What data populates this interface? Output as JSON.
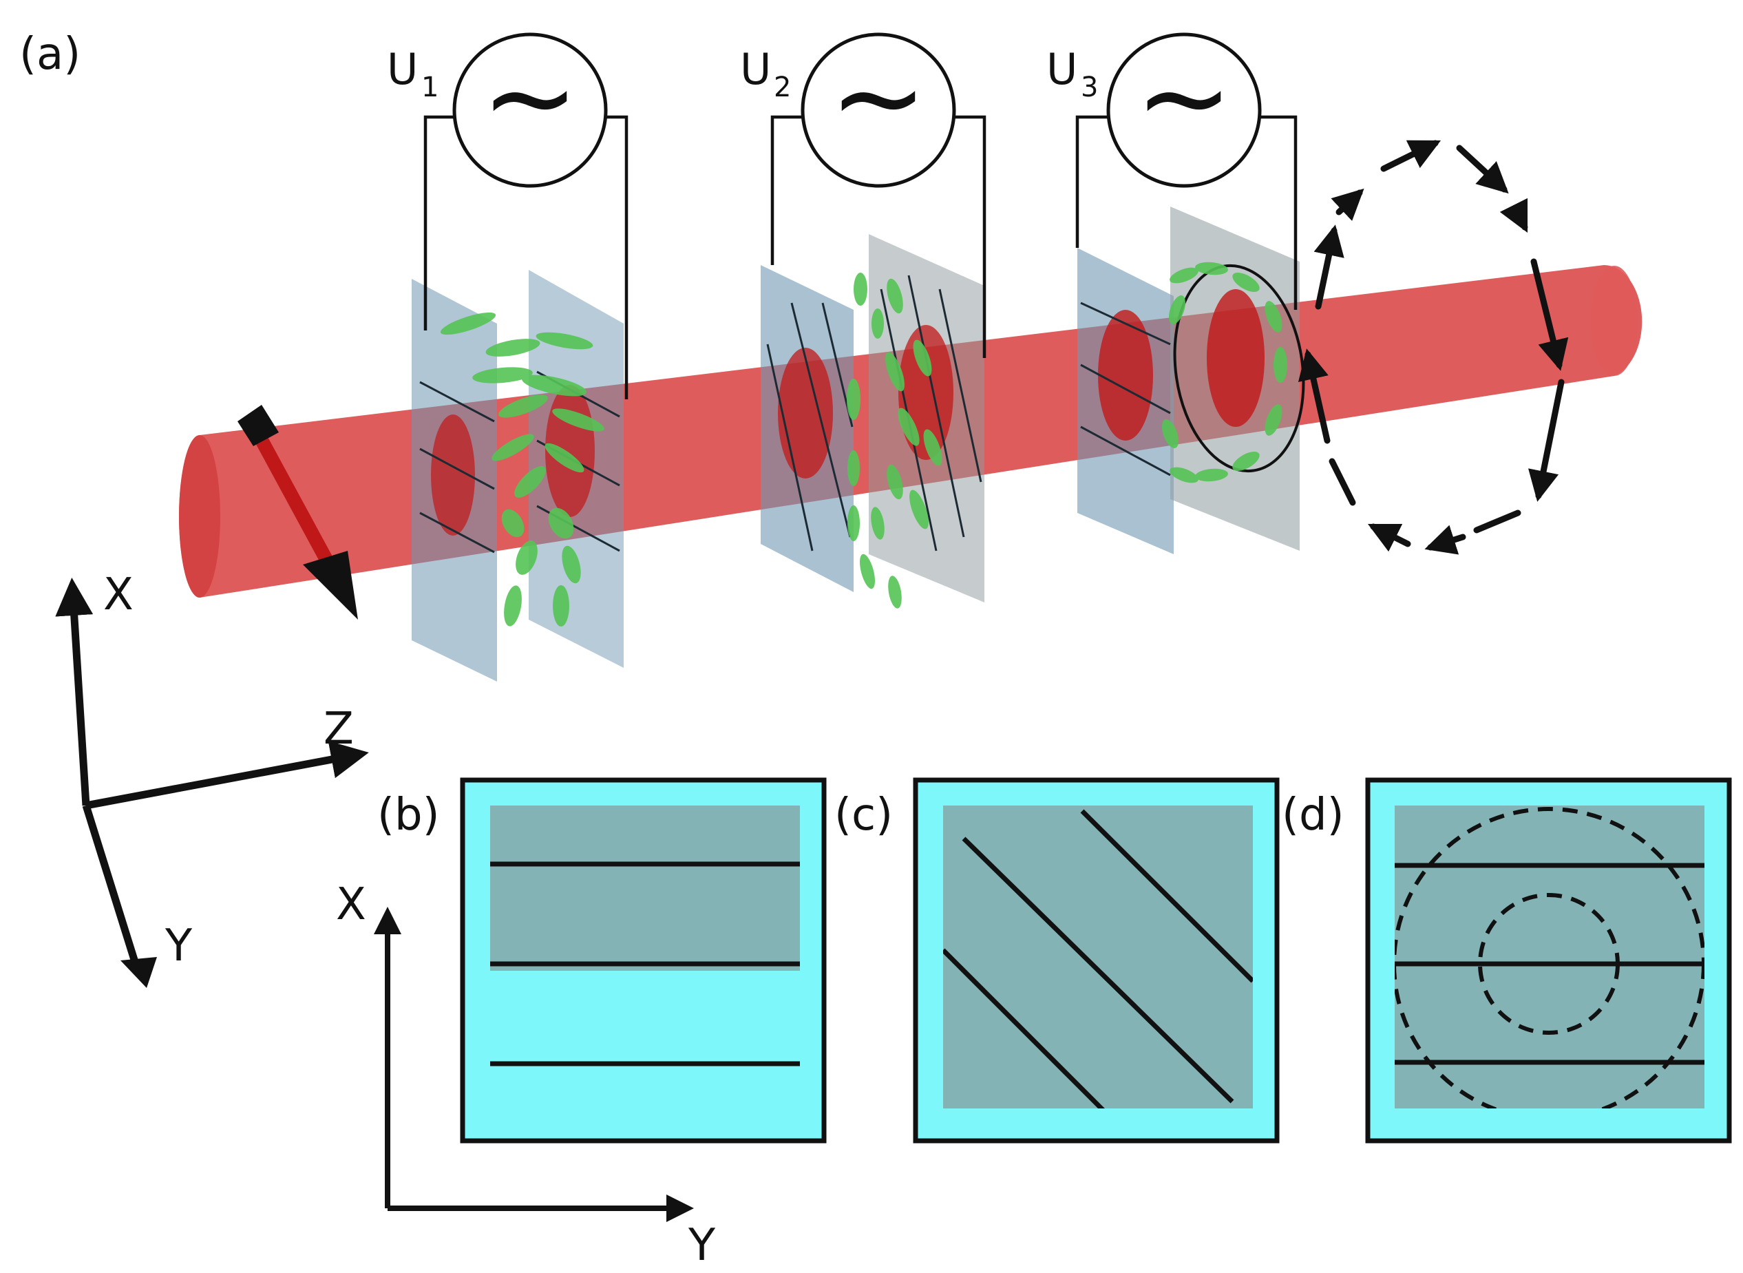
{
  "panels": {
    "a": "(a)",
    "b": "(b)",
    "c": "(c)",
    "d": "(d)"
  },
  "axes3d": {
    "x": "X",
    "y": "Y",
    "z": "Z"
  },
  "axes2d": {
    "x": "X",
    "y": "Y"
  },
  "sources": [
    {
      "label": "U",
      "sub": "1",
      "symbol": "~"
    },
    {
      "label": "U",
      "sub": "2",
      "symbol": "~"
    },
    {
      "label": "U",
      "sub": "3",
      "symbol": "~"
    }
  ],
  "colors": {
    "beam": "#d94545",
    "beam_core": "#c21818",
    "liquid_crystal": "#55c455",
    "plate_blue": "#6f98b3",
    "plate_gray": "#8e9a9e",
    "panel_border": "#7ef7fb",
    "panel_fill": "#84b3b5",
    "polarization_arrow": "#c01818"
  }
}
